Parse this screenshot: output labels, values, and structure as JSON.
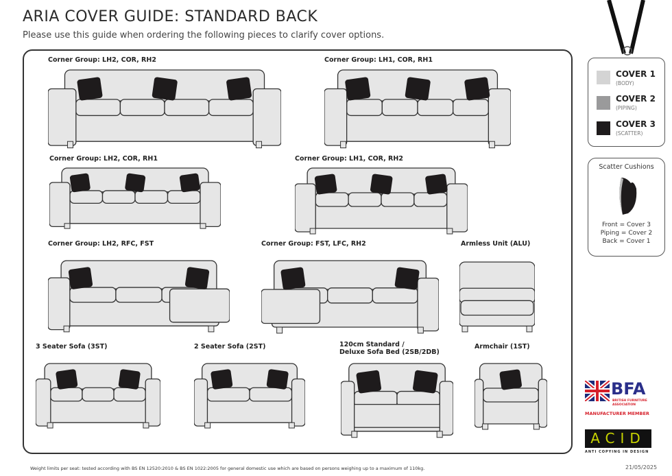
{
  "header": {
    "title": "ARIA COVER GUIDE: STANDARD BACK",
    "subtitle": "Please use this guide when ordering the following pieces to clarify cover options."
  },
  "pieces": [
    {
      "label": "Corner Group: LH2, COR, RH2"
    },
    {
      "label": "Corner Group: LH1, COR, RH1"
    },
    {
      "label": "Corner Group: LH2, COR, RH1"
    },
    {
      "label": "Corner Group: LH1, COR, RH2"
    },
    {
      "label": "Corner Group: LH2, RFC, FST"
    },
    {
      "label": "Corner Group: FST, LFC, RH2"
    },
    {
      "label": "Armless Unit (ALU)"
    },
    {
      "label": "3 Seater Sofa (3ST)"
    },
    {
      "label": "2 Seater Sofa (2ST)"
    },
    {
      "label": "120cm Standard /",
      "label2": "Deluxe Sofa Bed (2SB/2DB)"
    },
    {
      "label": "Armchair (1ST)"
    }
  ],
  "legend": {
    "covers": [
      {
        "name": "COVER 1",
        "sub": "(BODY)",
        "color": "#d4d4d4"
      },
      {
        "name": "COVER 2",
        "sub": "(PIPING)",
        "color": "#9a9a9b"
      },
      {
        "name": "COVER 3",
        "sub": "(SCATTER)",
        "color": "#1e1b1c"
      }
    ]
  },
  "scatter": {
    "title": "Scatter Cushions",
    "lines": [
      "Front = Cover 3",
      "Piping = Cover 2",
      "Back = Cover 1"
    ]
  },
  "logos": {
    "bfa": "BFA",
    "bfa_sub": "BRITISH FURNITURE ASSOCIATION",
    "bfa_member": "MANUFACTURER MEMBER",
    "acid": "ACID",
    "acid_sub": "ANTI COPYING IN DESIGN"
  },
  "footer": {
    "note": "Weight limits per seat: tested according with BS EN 12520:2010 & BS EN 1022:2005 for general domestic use which are based on persons weighing up to a maximum of 110kg.",
    "date": "21/05/2025"
  }
}
